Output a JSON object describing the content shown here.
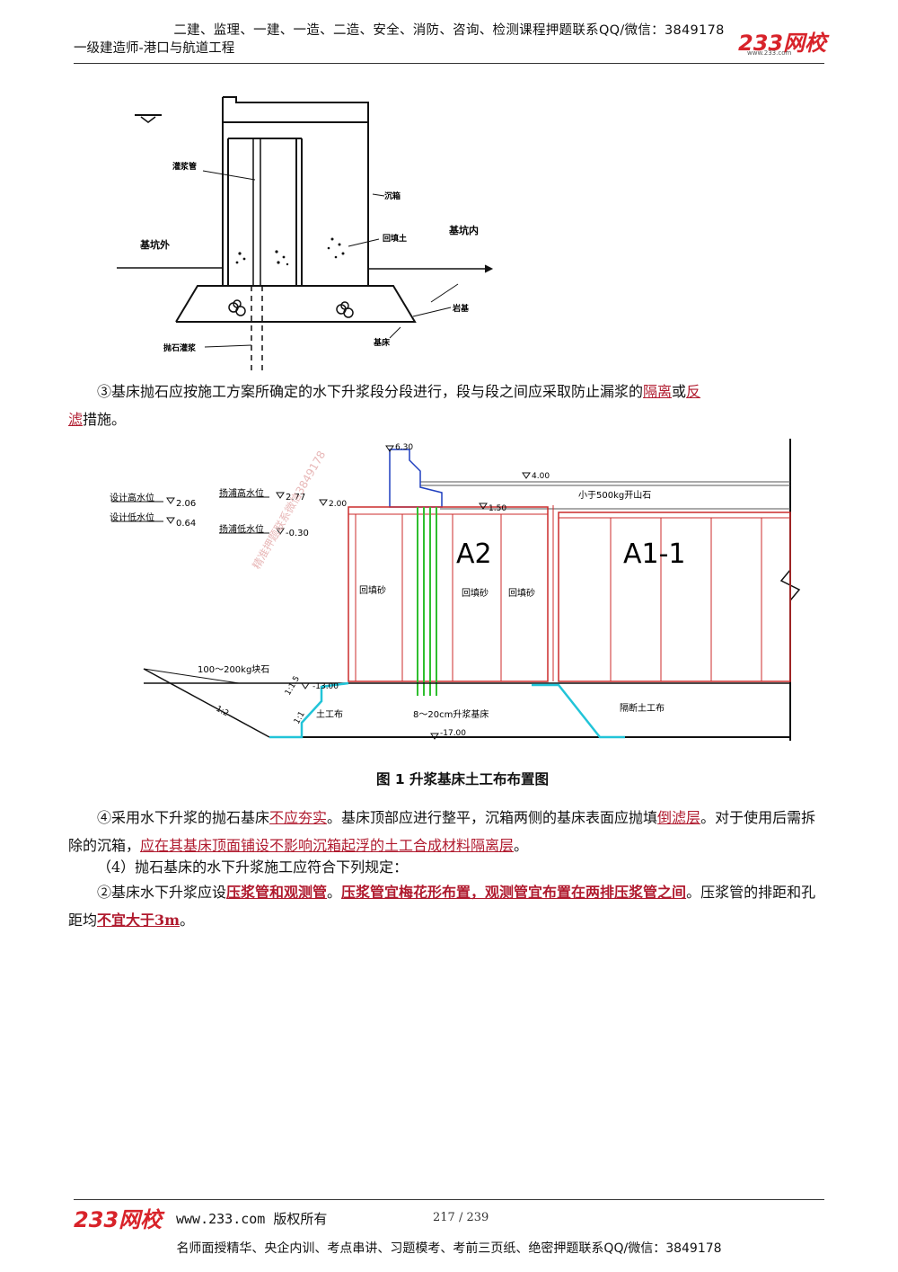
{
  "header": {
    "top_line": "二建、监理、一建、一造、二造、安全、消防、咨询、检测课程押题联系QQ/微信：3849178",
    "subtitle": "一级建造师-港口与航道工程",
    "logo_text": "233网校",
    "logo_url": "www.233.com"
  },
  "figure_top": {
    "labels": {
      "pipe": "灌浆管",
      "box": "沉箱",
      "outer": "基坑外",
      "inner": "基坑内",
      "fill": "回填土",
      "rock": "岩基",
      "grout": "抛石灌浆",
      "bed": "基床"
    }
  },
  "para3": {
    "a": "③基床抛石应按施工方案所确定的水下升浆段分段进行，段与段之间应采取防止漏浆的",
    "h1": "隔离",
    "b": "或",
    "h2": "反",
    "h3": "滤",
    "c": "措施。"
  },
  "figure_main": {
    "levels": {
      "design_high": "设计高水位",
      "design_high_val": "2.06",
      "design_low": "设计低水位",
      "design_low_val": "0.64",
      "wave_high": "扬浦高水位",
      "wave_high_val": "2.77",
      "wave_low": "扬浦低水位",
      "wave_low_val": "-0.30",
      "top": "6.30",
      "el_4": "4.00",
      "el_2": "2.00",
      "el_15": "1.50",
      "el_m13": "-13.00",
      "el_m17": "-17.00"
    },
    "labels": {
      "quarry": "小于500kg开山石",
      "a2": "A2",
      "a11": "A1-1",
      "sand": "回填砂",
      "block": "100～200kg块石",
      "geo": "土工布",
      "bed": "8～20cm升浆基床",
      "iso": "隔断土工布",
      "slope1": "1:2",
      "slope2": "1:1.5",
      "slope3": "1:1"
    },
    "watermark": "精准押题联系微信3849178"
  },
  "caption": "图 1  升浆基床土工布布置图",
  "para4": {
    "a": "④采用水下升浆的抛石基床",
    "h1": "不应夯实",
    "b": "。基床顶部应进行整平，沉箱两侧的基床表面应抛填",
    "h2": "倒滤层",
    "c": "。对于使用后需拆除的沉箱，",
    "h3": "应在其基床顶面铺设不影响沉箱起浮的土工合成材料隔离层",
    "d": "。"
  },
  "para5": "（4）抛石基床的水下升浆施工应符合下列规定：",
  "para6": {
    "a": "②基床水下升浆应设",
    "h1": "压浆管和观测管",
    "b": "。",
    "h2": "压浆管宜梅花形布置，观测管宜布置在两排压浆管之间",
    "c": "。压浆管的排距和孔距均",
    "h3": "不宜大于3m",
    "d": "。"
  },
  "footer": {
    "logo": "233网校",
    "site": "www.233.com 版权所有",
    "page": "217 / 239",
    "bottom": "名师面授精华、央企内训、考点串讲、习题模考、考前三页纸、绝密押题联系QQ/微信：3849178"
  }
}
